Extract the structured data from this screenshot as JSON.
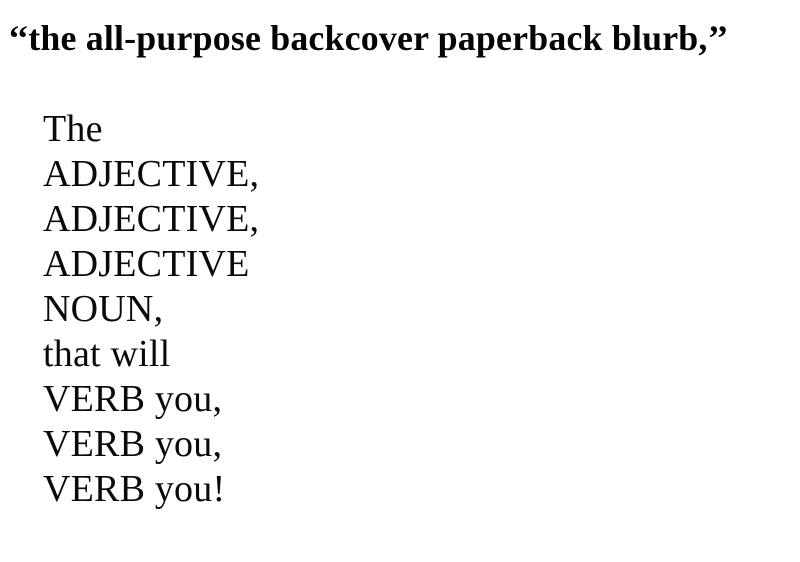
{
  "page": {
    "background_color": "#ffffff",
    "text_color": "#000000"
  },
  "headline": {
    "open_quote": "‘‘",
    "text": "the all-purpose backcover paperback blurb,",
    "close_quote": "’’"
  },
  "blurb": {
    "lines": [
      {
        "text": "The"
      },
      {
        "text": "ADJECTIVE,"
      },
      {
        "text": "ADJECTIVE,"
      },
      {
        "text": "ADJECTIVE"
      },
      {
        "text": "NOUN,"
      },
      {
        "text": "that will"
      },
      {
        "text": "VERB you,"
      },
      {
        "text": "VERB you,"
      },
      {
        "text": "VERB you!"
      }
    ]
  }
}
